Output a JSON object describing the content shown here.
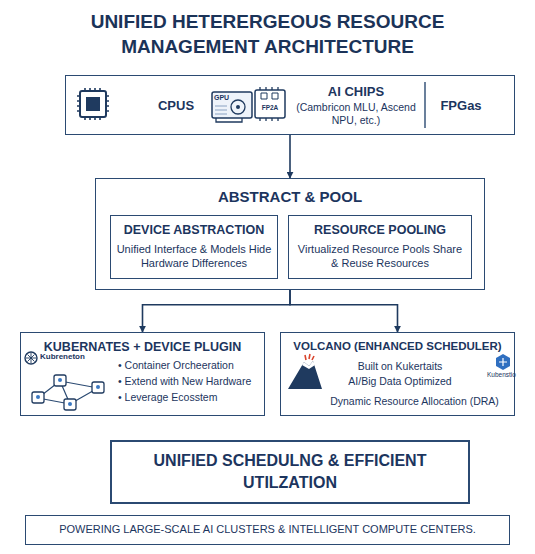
{
  "diagram": {
    "title": "UNIFIED HETERERGEOUS RESOURCE MANAGEMENT ARCHITECTURE",
    "nodes": [
      {
        "text": [
          "CPUS",
          "AI CHIPS",
          "(Cambricon MLU, Ascend NPU, etc.)",
          "FPGas"
        ]
      },
      {
        "text": [
          "ABSTRACT & POOL"
        ]
      },
      {
        "text": [
          "DEVICE ABSTRACTION",
          "Unified Interface & Models Hide Hardware Differences"
        ],
        "in": 1
      },
      {
        "text": [
          "RESOURCE POOLING",
          "Virtualized Resource Pools Share & Reuse Resources"
        ],
        "in": 1
      },
      {
        "text": [
          "KUBERNATES + DEVICE PLUGIN",
          "• Container Orcheeration",
          "• Extend with New Hardware",
          "• Leverage Ecosstem"
        ]
      },
      {
        "text": [
          "VOLCANO (ENHANCED SCHEDULER)",
          "Built on Kukertaits",
          "AI/Big Data Optimized",
          "Dynamic Resource Allocation (DRA)"
        ]
      },
      {
        "text": [
          "UNIFIED SCHEDULNG & EFFICIENT UTILZATION"
        ]
      },
      {
        "text": [
          "POWERING LARGE-SCALE AI CLUSTERS & INTELLIGENT COMPUTE CENTERS."
        ]
      }
    ],
    "edges": [
      {
        "from": 0,
        "to": 1,
        "arrow": "to"
      },
      {
        "from": 1,
        "to": 4,
        "arrow": "to"
      },
      {
        "from": 1,
        "to": 5,
        "arrow": "to"
      }
    ],
    "labels": [
      "GPU",
      "FP2A",
      "Kubreneton",
      "Kubenstio"
    ]
  }
}
